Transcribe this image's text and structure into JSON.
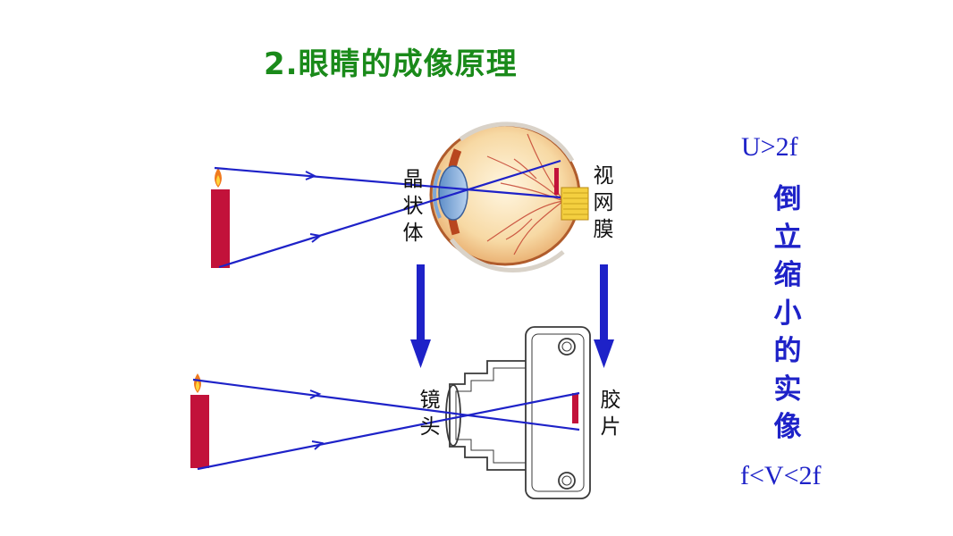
{
  "title": "2.眼睛的成像原理",
  "eye_labels": {
    "lens": "晶\n状\n体",
    "retina": "视\n网\n膜"
  },
  "camera_labels": {
    "lens": "镜\n头",
    "film": "胶\n片"
  },
  "properties": {
    "object_distance": "U>2f",
    "image_description": "倒\n立\n缩\n小\n的\n实\n像",
    "image_distance": "f<V<2f"
  },
  "colors": {
    "ray": "#1e22c8",
    "title": "#1a8a1a",
    "candle": "#c2123a"
  }
}
